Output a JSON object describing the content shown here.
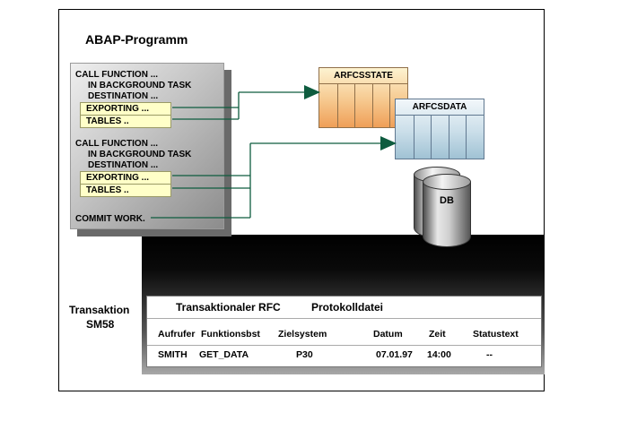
{
  "colors": {
    "arrow": "#0e5c3f",
    "code_box_top": "#efefef",
    "code_box_bottom": "#8c8c8c",
    "highlight_bg": "#ffffc8",
    "arfcsstate_top": "#fdf3d1",
    "arfcsstate_bottom": "#ef9f58",
    "arfcsdata_top": "#f2f7fa",
    "arfcsdata_bottom": "#a0c2d4",
    "band_top": "#000000",
    "band_bottom": "#a8a8a8"
  },
  "title": "ABAP-Programm",
  "code": {
    "lines": [
      {
        "text": "CALL FUNCTION ..."
      },
      {
        "text": "IN BACKGROUND TASK"
      },
      {
        "text": "DESTINATION ..."
      },
      {
        "text": "EXPORTING ..."
      },
      {
        "text": "TABLES .."
      },
      {
        "text": "CALL FUNCTION ..."
      },
      {
        "text": "IN BACKGROUND TASK"
      },
      {
        "text": "DESTINATION ..."
      },
      {
        "text": "EXPORTING ..."
      },
      {
        "text": "TABLES .."
      },
      {
        "text": "COMMIT WORK."
      }
    ]
  },
  "db_tables": {
    "arfcsstate": "ARFCSSTATE",
    "arfcsdata": "ARFCSDATA",
    "db": "DB"
  },
  "transaction": {
    "label": "Transaktion",
    "code": "SM58"
  },
  "log": {
    "title_left": "Transaktionaler RFC",
    "title_right": "Protokolldatei",
    "columns": [
      "Aufrufer",
      "Funktionsbst",
      "Zielsystem",
      "Datum",
      "Zeit",
      "Statustext"
    ],
    "rows": [
      [
        "SMITH",
        "GET_DATA",
        "P30",
        "07.01.97",
        "14:00",
        "--"
      ]
    ]
  }
}
